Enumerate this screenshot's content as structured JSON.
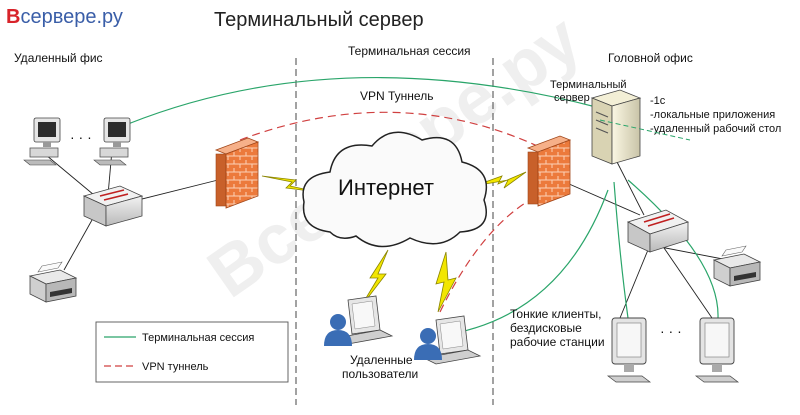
{
  "brand": {
    "logo_b": "В",
    "logo_rest": "сервере.ру",
    "watermark": "Всервере.ру"
  },
  "title": "Терминальный сервер",
  "zones": {
    "left": "Удаленный фис",
    "middle": "Терминальная сессия",
    "right": "Головной офис"
  },
  "vpn_label": "VPN Туннель",
  "cloud_label": "Интернет",
  "server": {
    "label_line1": "Терминальный",
    "label_line2": "сервер",
    "features": [
      "-1c",
      "-локальные приложения",
      "-удаленный рабочий стол"
    ]
  },
  "ellipsis": "· · ·",
  "remote_users": {
    "line1": "Удаленные",
    "line2": "пользователи"
  },
  "thin_clients": {
    "line1": "Тонкие клиенты,",
    "line2": "бездисковые",
    "line3": "рабочие станции"
  },
  "legend": {
    "items": [
      {
        "label": "Терминальная сессия",
        "color": "#2aa56a",
        "style": "solid"
      },
      {
        "label": "VPN туннель",
        "color": "#d04040",
        "style": "dashed"
      }
    ]
  },
  "colors": {
    "session": "#2aa56a",
    "vpn": "#d04040",
    "firewall": "#e8773a",
    "bolt": "#f2e600",
    "logo_b": "#d8232a",
    "logo_text": "#3a5ea8"
  }
}
